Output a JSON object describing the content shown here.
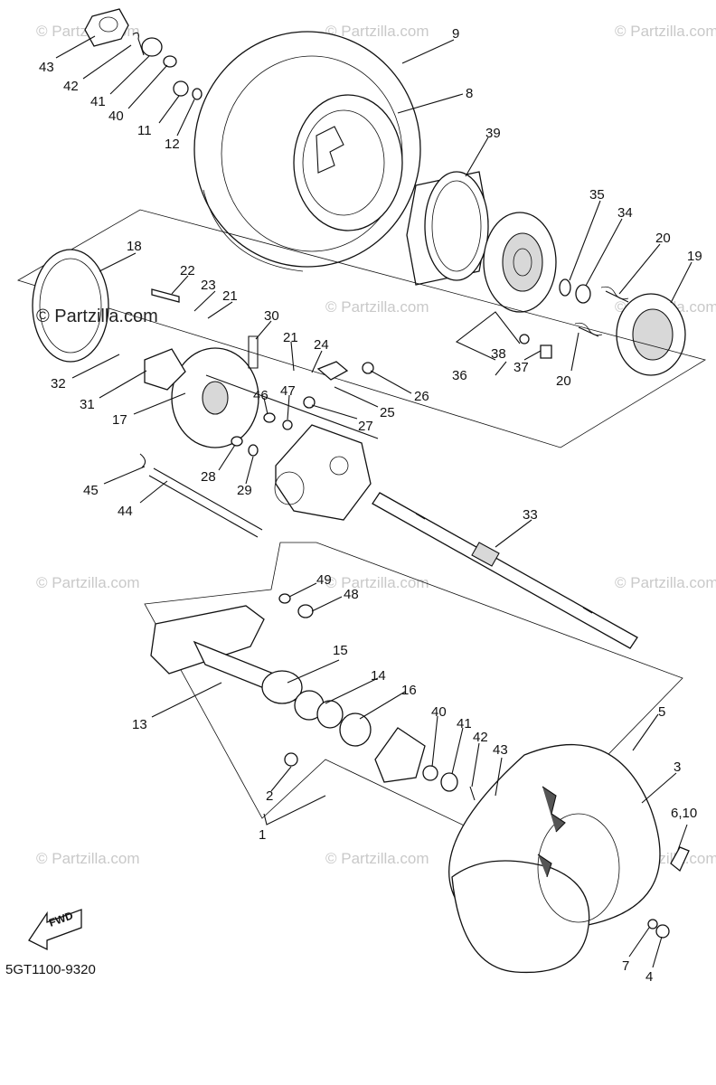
{
  "diagram": {
    "diagram_code": "5GT1100-9320",
    "direction_arrow_label": "FWD",
    "watermark_text": "© Partzilla.com",
    "watermark_main": "© Partzilla.com",
    "callouts": {
      "c43a": "43",
      "c42a": "42",
      "c41a": "41",
      "c40a": "40",
      "c11": "11",
      "c12": "12",
      "c9": "9",
      "c8": "8",
      "c39": "39",
      "c35": "35",
      "c34": "34",
      "c20a": "20",
      "c19": "19",
      "c20b": "20",
      "c38": "38",
      "c37": "37",
      "c36": "36",
      "c18": "18",
      "c22": "22",
      "c23": "23",
      "c21a": "21",
      "c30": "30",
      "c21b": "21",
      "c24": "24",
      "c32": "32",
      "c31": "31",
      "c17": "17",
      "c46": "46",
      "c47": "47",
      "c26": "26",
      "c25": "25",
      "c27": "27",
      "c28": "28",
      "c29": "29",
      "c45": "45",
      "c44": "44",
      "c33": "33",
      "c49": "49",
      "c48": "48",
      "c15": "15",
      "c14": "14",
      "c16": "16",
      "c13": "13",
      "c40b": "40",
      "c41b": "41",
      "c42b": "42",
      "c43b": "43",
      "c5": "5",
      "c3": "3",
      "c610": "6,10",
      "c2": "2",
      "c1": "1",
      "c7": "7",
      "c4": "4"
    }
  }
}
